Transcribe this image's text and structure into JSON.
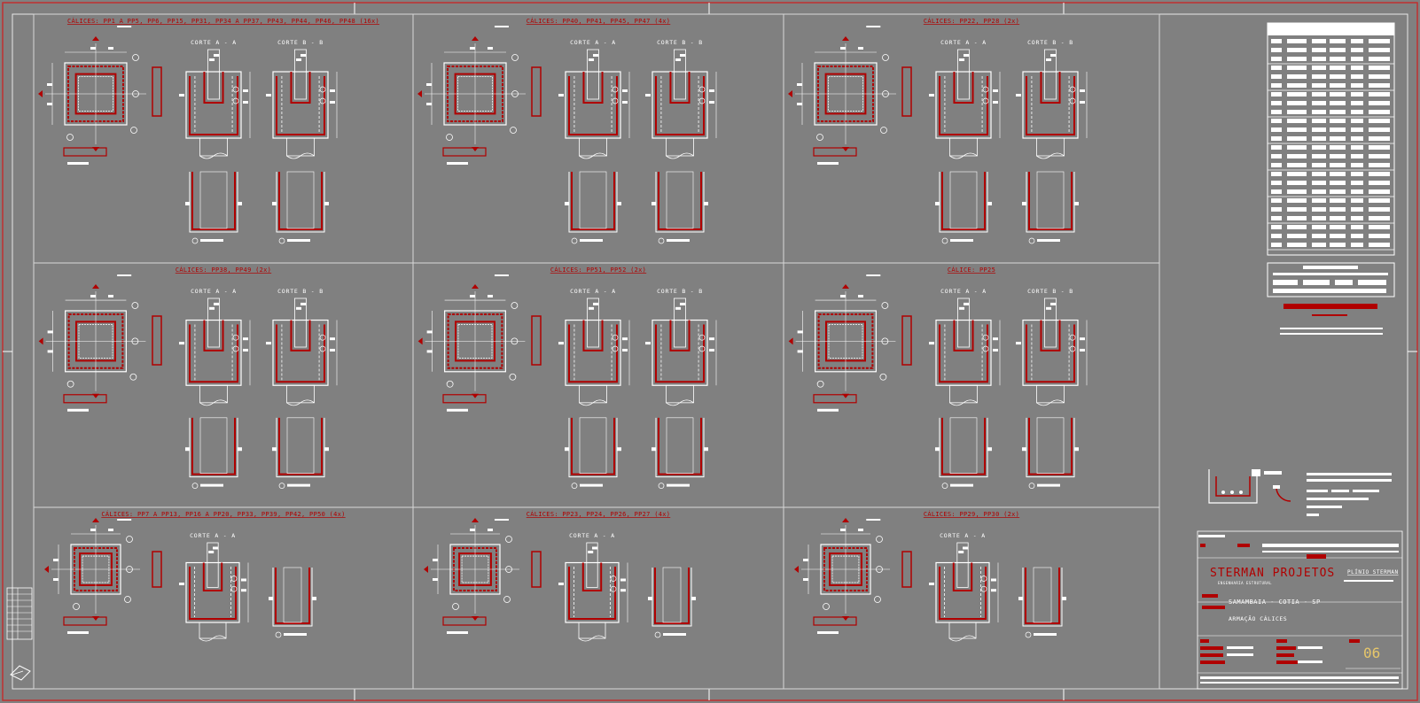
{
  "panels": [
    {
      "title": "CÁLICES: PP1 A PP5, PP6, PP15, PP31, PP34 A PP37, PP43, PP44, PP46, PP48 (16x)",
      "cut_a": "CORTE A - A",
      "cut_b": "CORTE B - B"
    },
    {
      "title": "CÁLICES: PP40, PP41, PP45, PP47 (4x)",
      "cut_a": "CORTE A - A",
      "cut_b": "CORTE B - B"
    },
    {
      "title": "CÁLICES: PP22, PP28 (2x)",
      "cut_a": "CORTE A - A",
      "cut_b": "CORTE B - B"
    },
    {
      "title": "CÁLICES: PP38, PP49 (2x)",
      "cut_a": "CORTE A - A",
      "cut_b": "CORTE B - B"
    },
    {
      "title": "CÁLICES: PP51, PP52 (2x)",
      "cut_a": "CORTE A - A",
      "cut_b": "CORTE B - B"
    },
    {
      "title": "CÁLICE: PP25",
      "cut_a": "CORTE A - A",
      "cut_b": "CORTE B - B"
    },
    {
      "title": "CÁLICES: PP7 A PP13, PP16 A PP20, PP33, PP39, PP42, PP50 (4x)",
      "cut_a": "CORTE A - A",
      "cut_b": ""
    },
    {
      "title": "CÁLICES: PP23, PP24, PP26, PP27 (4x)",
      "cut_a": "CORTE A - A",
      "cut_b": ""
    },
    {
      "title": "CÁLICES: PP29, PP30 (2x)",
      "cut_a": "CORTE A - A",
      "cut_b": ""
    }
  ],
  "title_block": {
    "company": "STERMAN PROJETOS",
    "company_sub": "ENGENHARIA ESTRUTURAL",
    "signature": "PLÍNIO STERMAN",
    "location": "SAMAMBAIA - COTIA - SP",
    "drawing_title": "ARMAÇÃO CÁLICES",
    "sheet_number": "06"
  },
  "colors": {
    "background": "#808080",
    "line": "#ffffff",
    "accent": "#b00000",
    "number": "#e6c66a"
  }
}
